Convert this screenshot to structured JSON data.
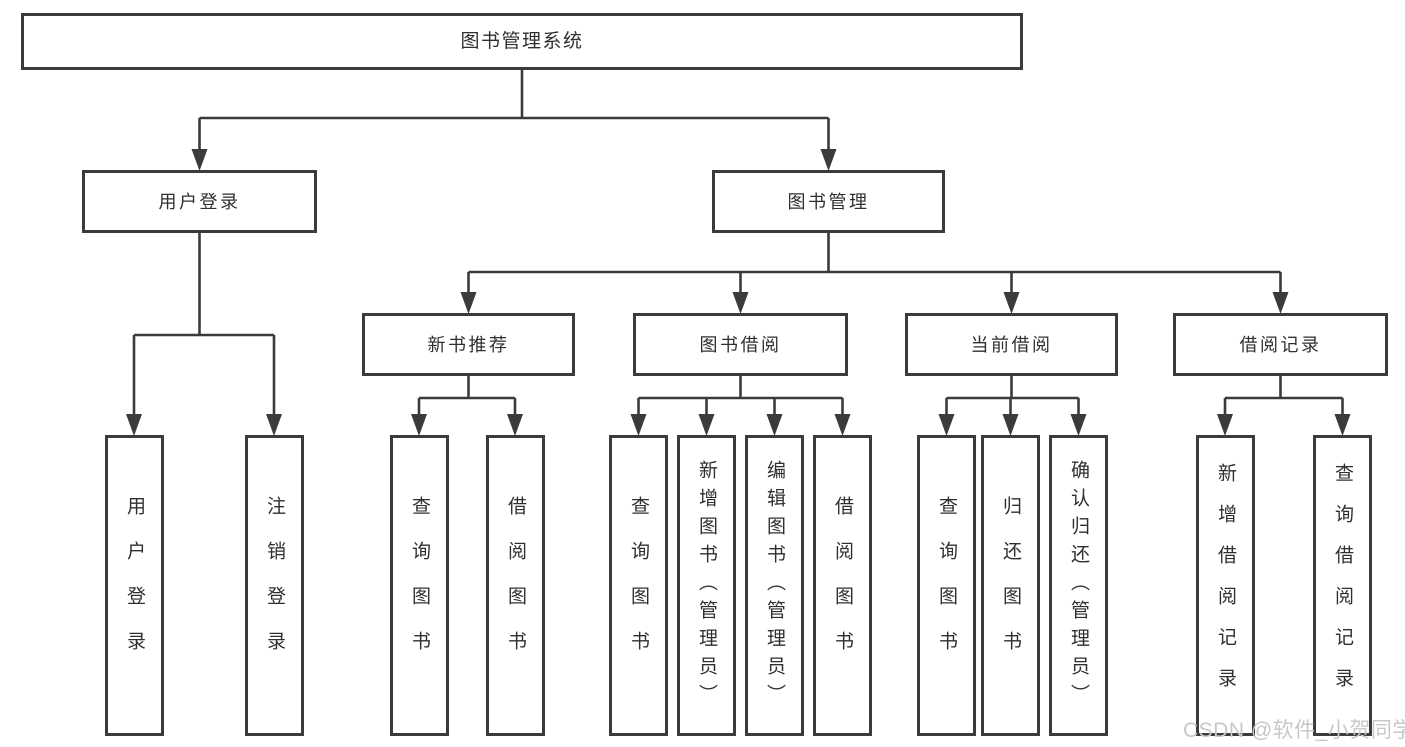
{
  "diagram_title": "图书管理系统",
  "colors": {
    "background": "#ffffff",
    "line": "#3b3b3b",
    "box_border": "#3b3b3b",
    "text": "#2f2f2f",
    "watermark": "#c8c8c8"
  },
  "nodes": {
    "root": {
      "label": "图书管理系统"
    },
    "user_login": {
      "label": "用户登录"
    },
    "book_mgmt": {
      "label": "图书管理"
    },
    "new_book_rec": {
      "label": "新书推荐"
    },
    "book_borrow": {
      "label": "图书借阅"
    },
    "current_borrow": {
      "label": "当前借阅"
    },
    "borrow_records": {
      "label": "借阅记录"
    },
    "leaf_login": {
      "label": "用户登录"
    },
    "leaf_logout": {
      "label": "注销登录"
    },
    "rec_query": {
      "label": "查询图书"
    },
    "rec_borrow": {
      "label": "借阅图书"
    },
    "bb_query": {
      "label": "查询图书"
    },
    "bb_add": {
      "label": "新增图书（管理员）"
    },
    "bb_edit": {
      "label": "编辑图书（管理员）"
    },
    "bb_borrow": {
      "label": "借阅图书"
    },
    "cb_query": {
      "label": "查询图书"
    },
    "cb_return": {
      "label": "归还图书"
    },
    "cb_confirm": {
      "label": "确认归还（管理员）"
    },
    "br_add": {
      "label": "新增借阅记录"
    },
    "br_query": {
      "label": "查询借阅记录"
    }
  },
  "hierarchy": {
    "root": [
      "user_login",
      "book_mgmt"
    ],
    "user_login": [
      "leaf_login",
      "leaf_logout"
    ],
    "book_mgmt": [
      "new_book_rec",
      "book_borrow",
      "current_borrow",
      "borrow_records"
    ],
    "new_book_rec": [
      "rec_query",
      "rec_borrow"
    ],
    "book_borrow": [
      "bb_query",
      "bb_add",
      "bb_edit",
      "bb_borrow"
    ],
    "current_borrow": [
      "cb_query",
      "cb_return",
      "cb_confirm"
    ],
    "borrow_records": [
      "br_add",
      "br_query"
    ]
  },
  "watermark": {
    "text": "CSDN @软件_小贺同学"
  }
}
